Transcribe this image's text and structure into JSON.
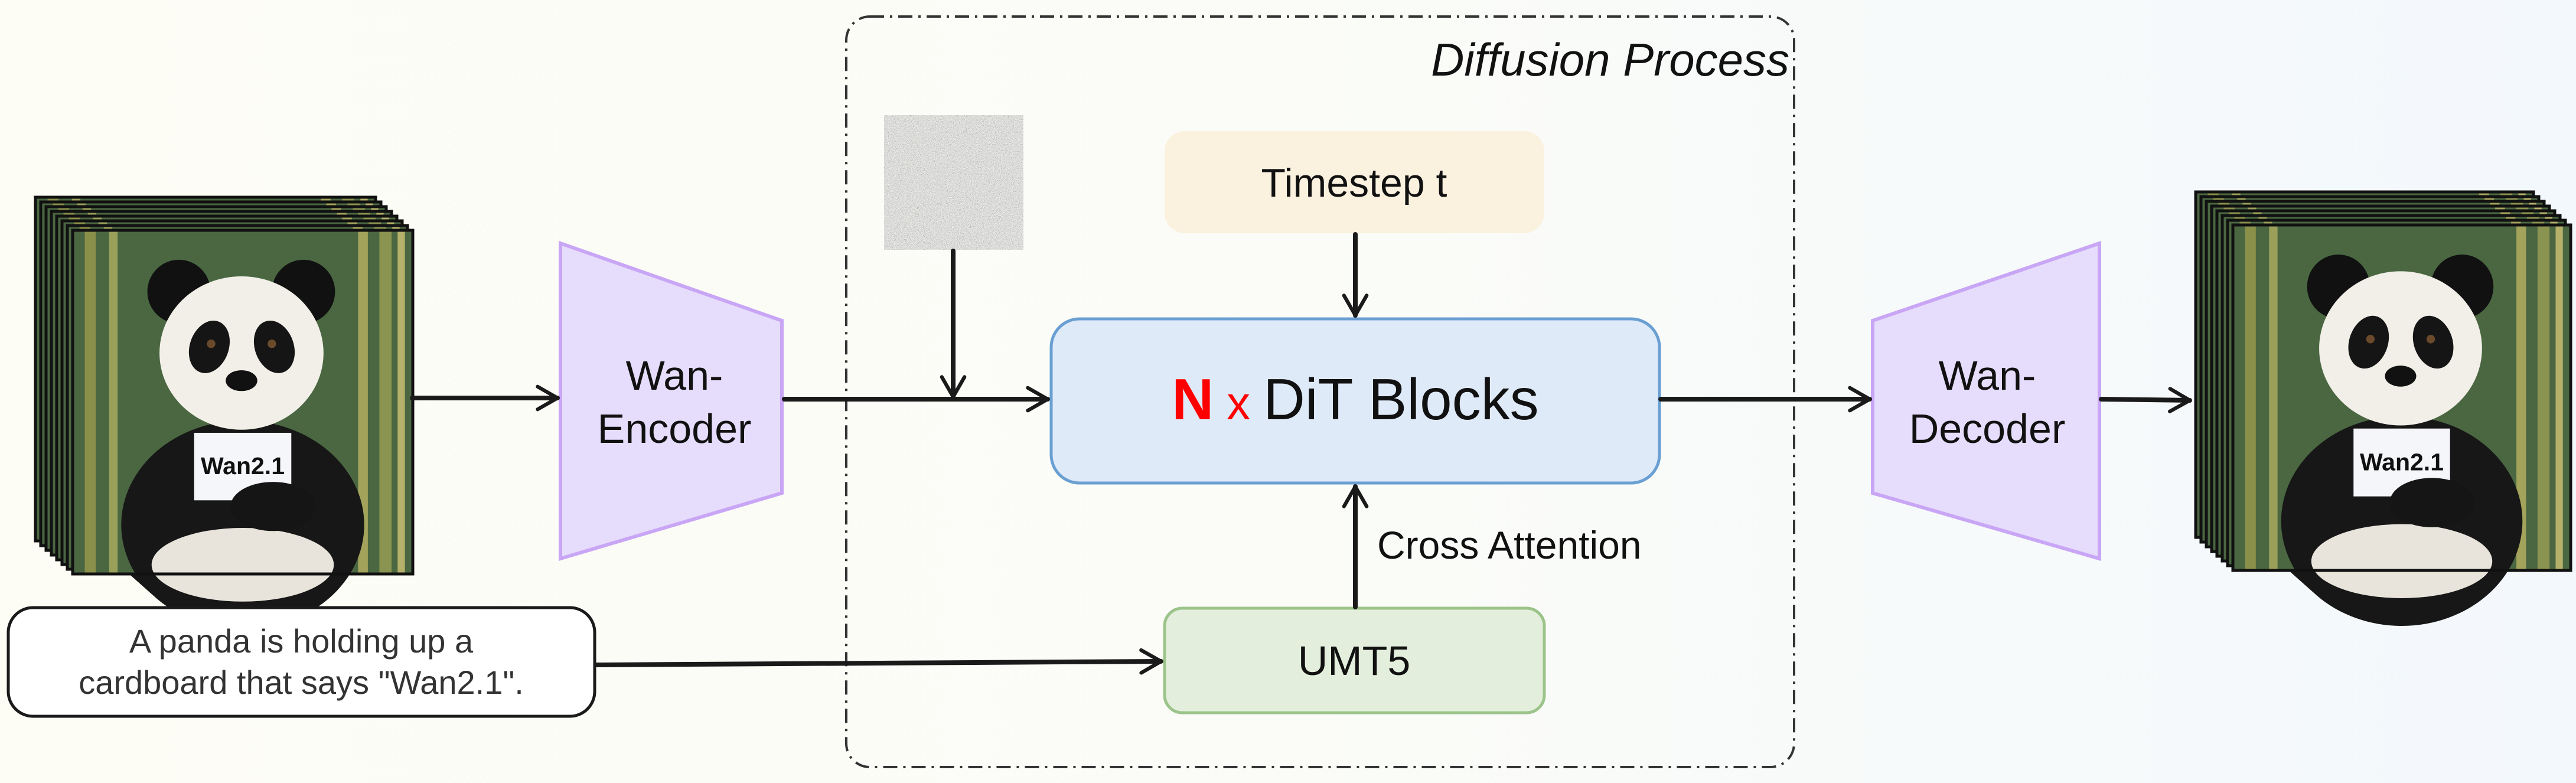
{
  "diagram": {
    "group_label": "Diffusion Process",
    "encoder_label_line1": "Wan-",
    "encoder_label_line2": "Encoder",
    "decoder_label_line1": "Wan-",
    "decoder_label_line2": "Decoder",
    "timestep_label": "Timestep t",
    "dit_label_n": "N",
    "dit_label_x": "x",
    "dit_label_rest": "DiT Blocks",
    "cross_attention_label": "Cross Attention",
    "text_encoder_label": "UMT5",
    "prompt_line1": "A panda is holding up a",
    "prompt_line2": "cardboard that says \"Wan2.1\".",
    "sign_text": "Wan2.1",
    "icons": [
      "video-frames-stack",
      "noise-image",
      "arrow-right",
      "arrow-down",
      "arrow-up"
    ],
    "colors": {
      "encoder_fill": "#e6dcfb",
      "encoder_stroke": "#c9a6f5",
      "timestep_fill": "#faf1df",
      "dit_fill": "#dfeaf9",
      "dit_stroke": "#6a9fd2",
      "umt5_fill": "#e3efdc",
      "umt5_stroke": "#9cc48a",
      "highlight_red": "#ff0000"
    }
  }
}
